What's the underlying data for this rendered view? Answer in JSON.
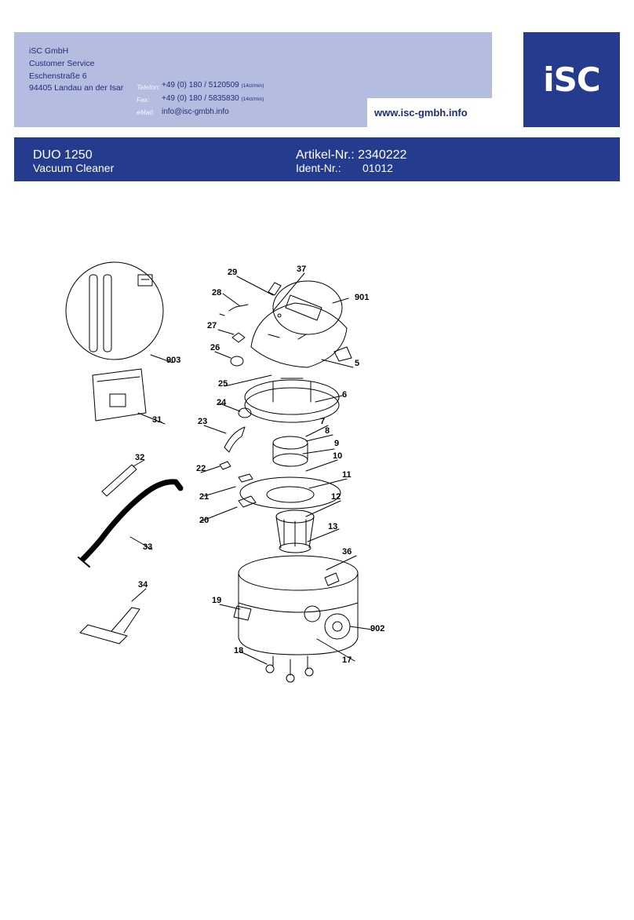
{
  "company": {
    "name": "iSC GmbH",
    "department": "Customer Service",
    "street": "Eschenstraße 6",
    "city": "94405 Landau an der Isar"
  },
  "contact": {
    "phone_label": "Telefon:",
    "phone": "+49 (0) 180 / 5120509",
    "phone_rate": "(14ct/min)",
    "fax_label": "Fax:",
    "fax": "+49 (0) 180 / 5835830",
    "fax_rate": "(14ct/min)",
    "email_label": "eMail:",
    "email": "info@isc-gmbh.info"
  },
  "website": "www.isc-gmbh.info",
  "logo_text": "iSC",
  "product": {
    "model": "DUO 1250",
    "name": "Vacuum Cleaner",
    "artikel_label": "Artikel-Nr.:",
    "artikel": "2340222",
    "ident_label": "Ident-Nr.:",
    "ident": "01012"
  },
  "diagram": {
    "part_numbers": [
      "29",
      "37",
      "28",
      "901",
      "27",
      "26",
      "5",
      "903",
      "25",
      "6",
      "24",
      "31",
      "23",
      "7",
      "8",
      "9",
      "10",
      "32",
      "22",
      "11",
      "21",
      "12",
      "20",
      "13",
      "33",
      "36",
      "34",
      "19",
      "902",
      "18",
      "17"
    ]
  },
  "colors": {
    "header_light": "#b4bde0",
    "brand_blue": "#253b8e",
    "text_blue": "#1f2c7a"
  }
}
